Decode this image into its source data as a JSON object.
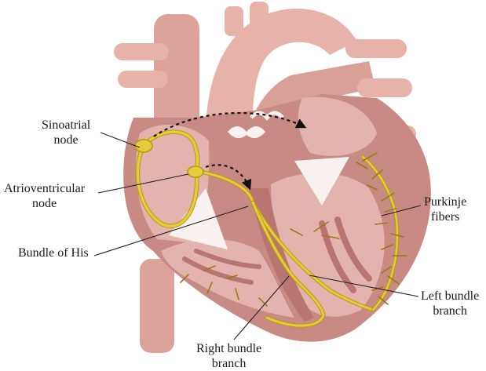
{
  "diagram": {
    "labels": {
      "sa_node": [
        "Sinoatrial",
        "node"
      ],
      "av_node": [
        "Atrioventricular",
        "node"
      ],
      "bundle_his": "Bundle of His",
      "purkinje": [
        "Purkinje",
        "fibers"
      ],
      "left_bundle": [
        "Left bundle",
        "branch"
      ],
      "right_bundle": [
        "Right bundle",
        "branch"
      ]
    },
    "colors": {
      "muscle": "#c98a84",
      "muscle_dark": "#a9625e",
      "chamber": "#e3b4ad",
      "vessel": "#e7b2a8",
      "vessel_dark": "#d39a90",
      "conduction": "#e6cb3c",
      "conduction_dark": "#b59a14",
      "valve": "#f7f2ef",
      "leader": "#222222"
    }
  }
}
